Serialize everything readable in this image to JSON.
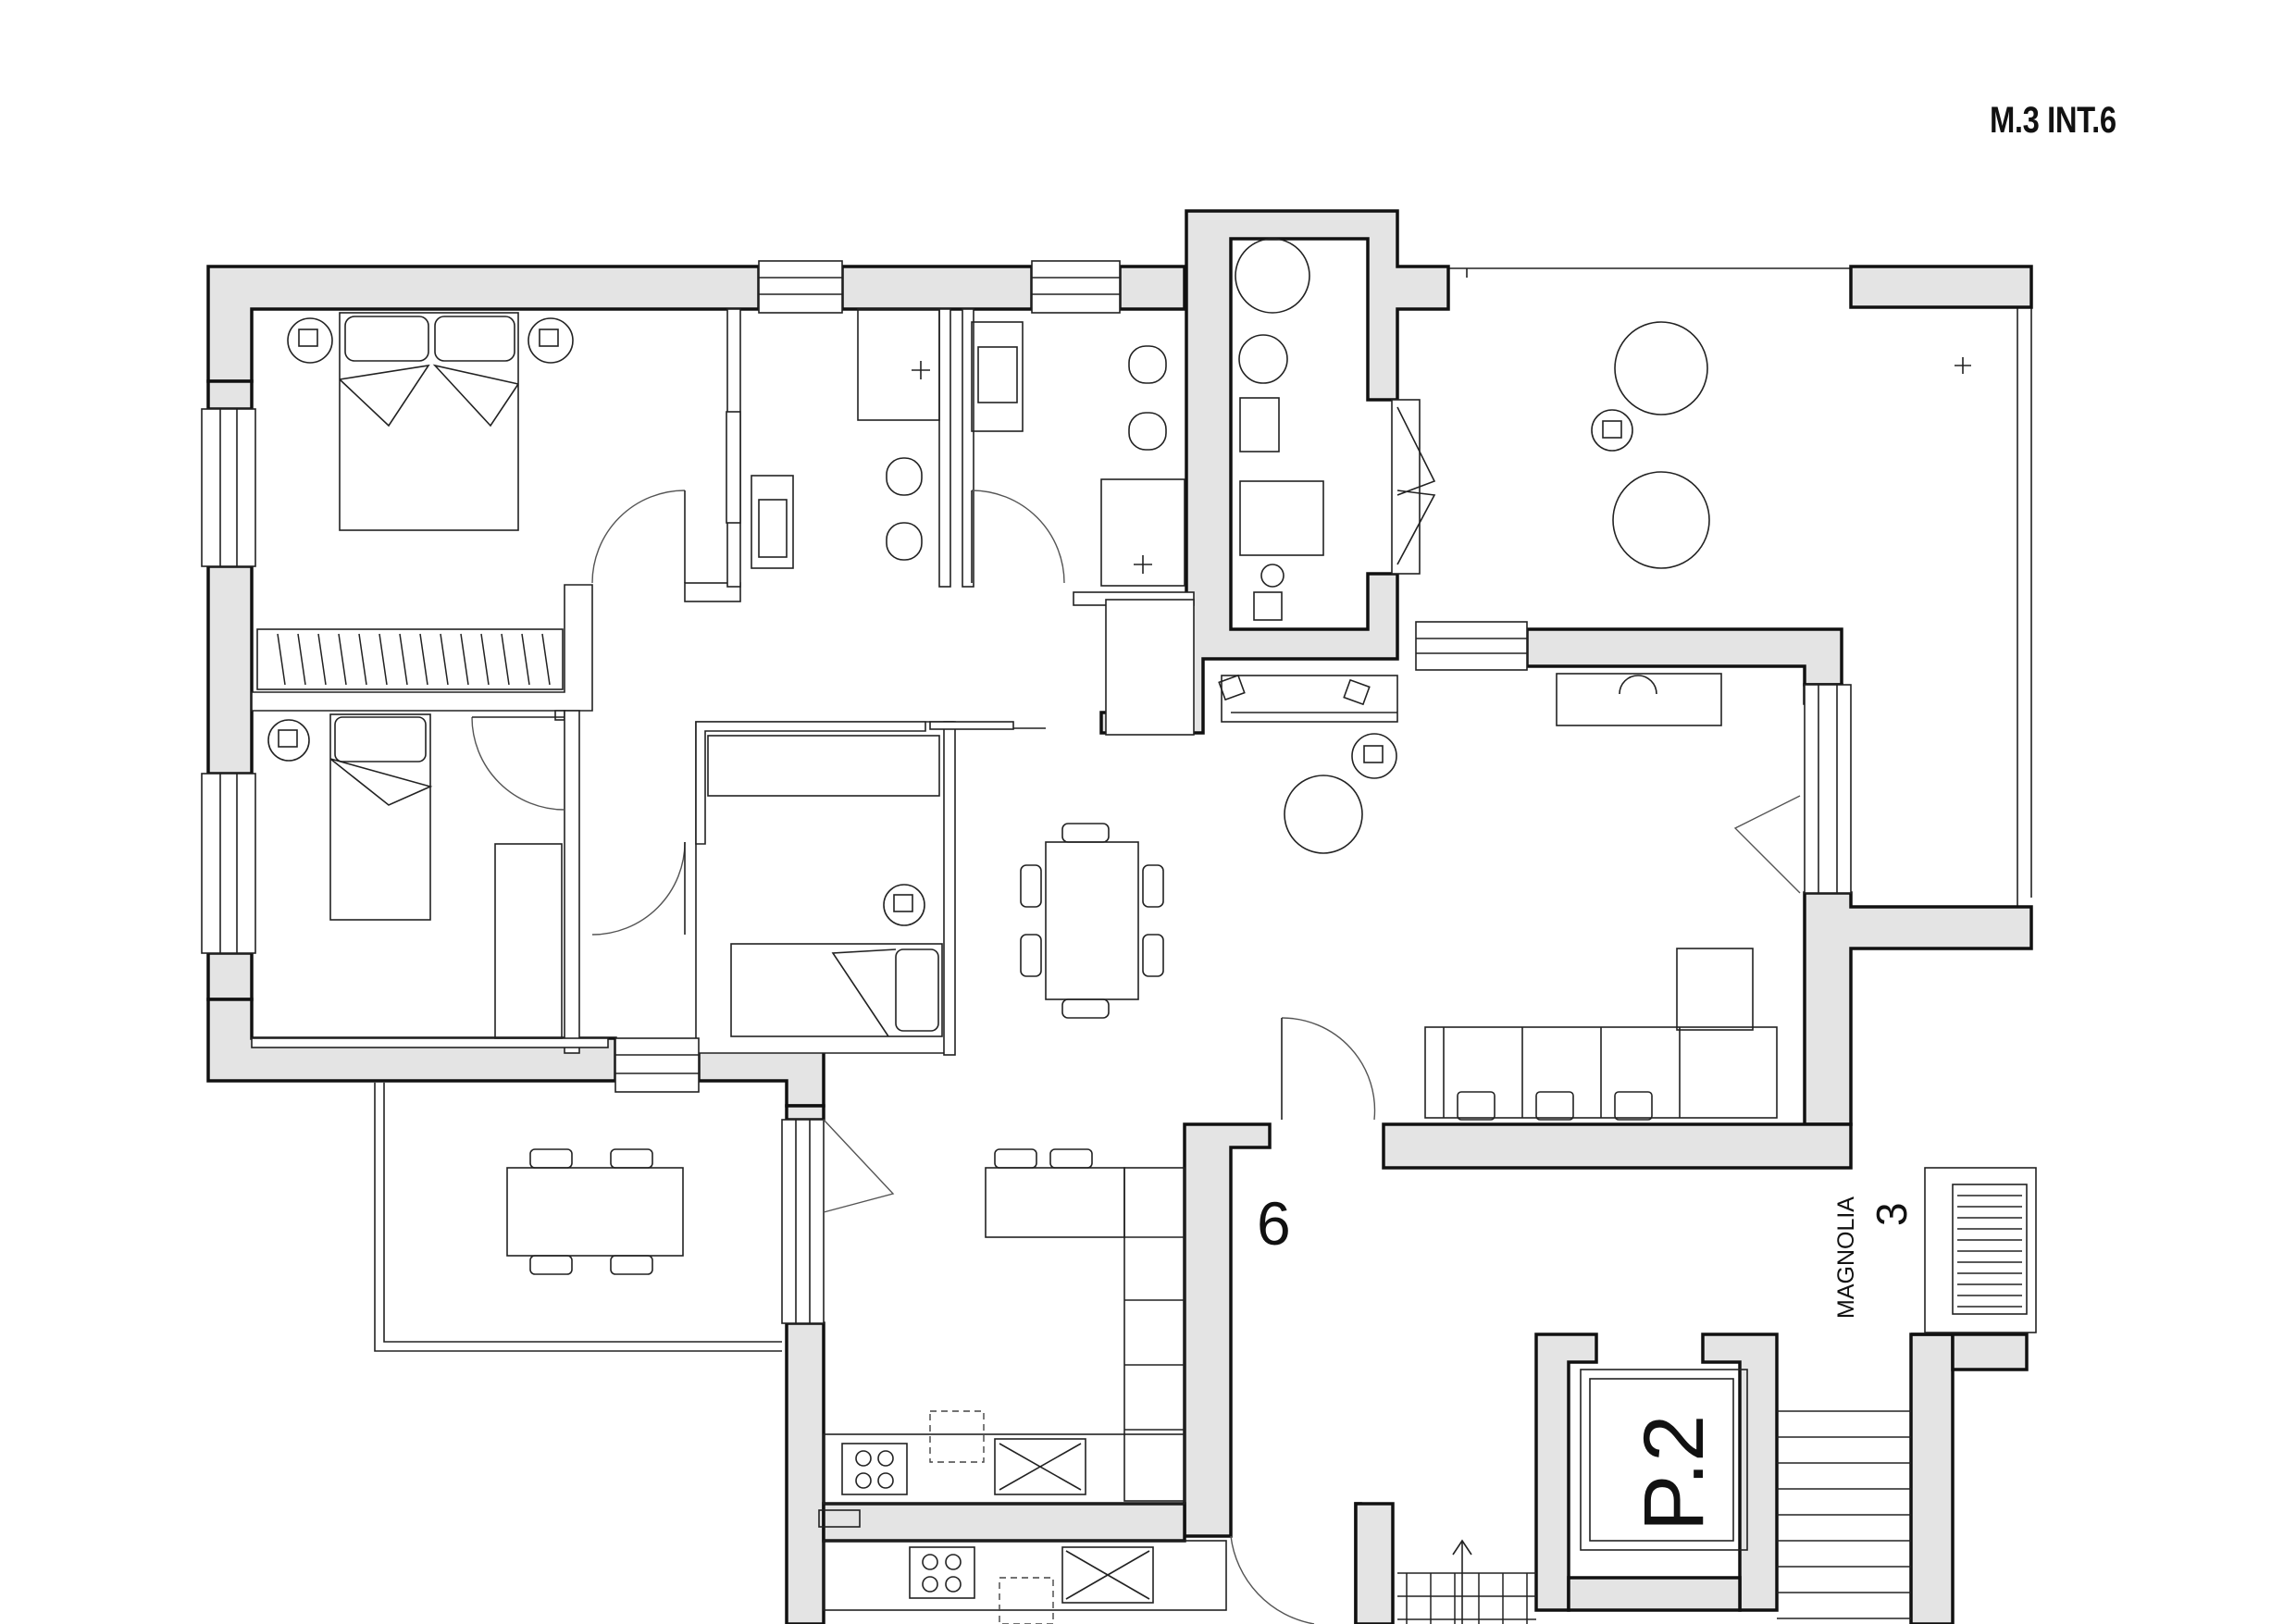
{
  "plan_code": "M.3 INT.6",
  "unit_label": "6",
  "building_name": "MAGNOLIA",
  "building_number": "3",
  "landing_label": "P.2"
}
